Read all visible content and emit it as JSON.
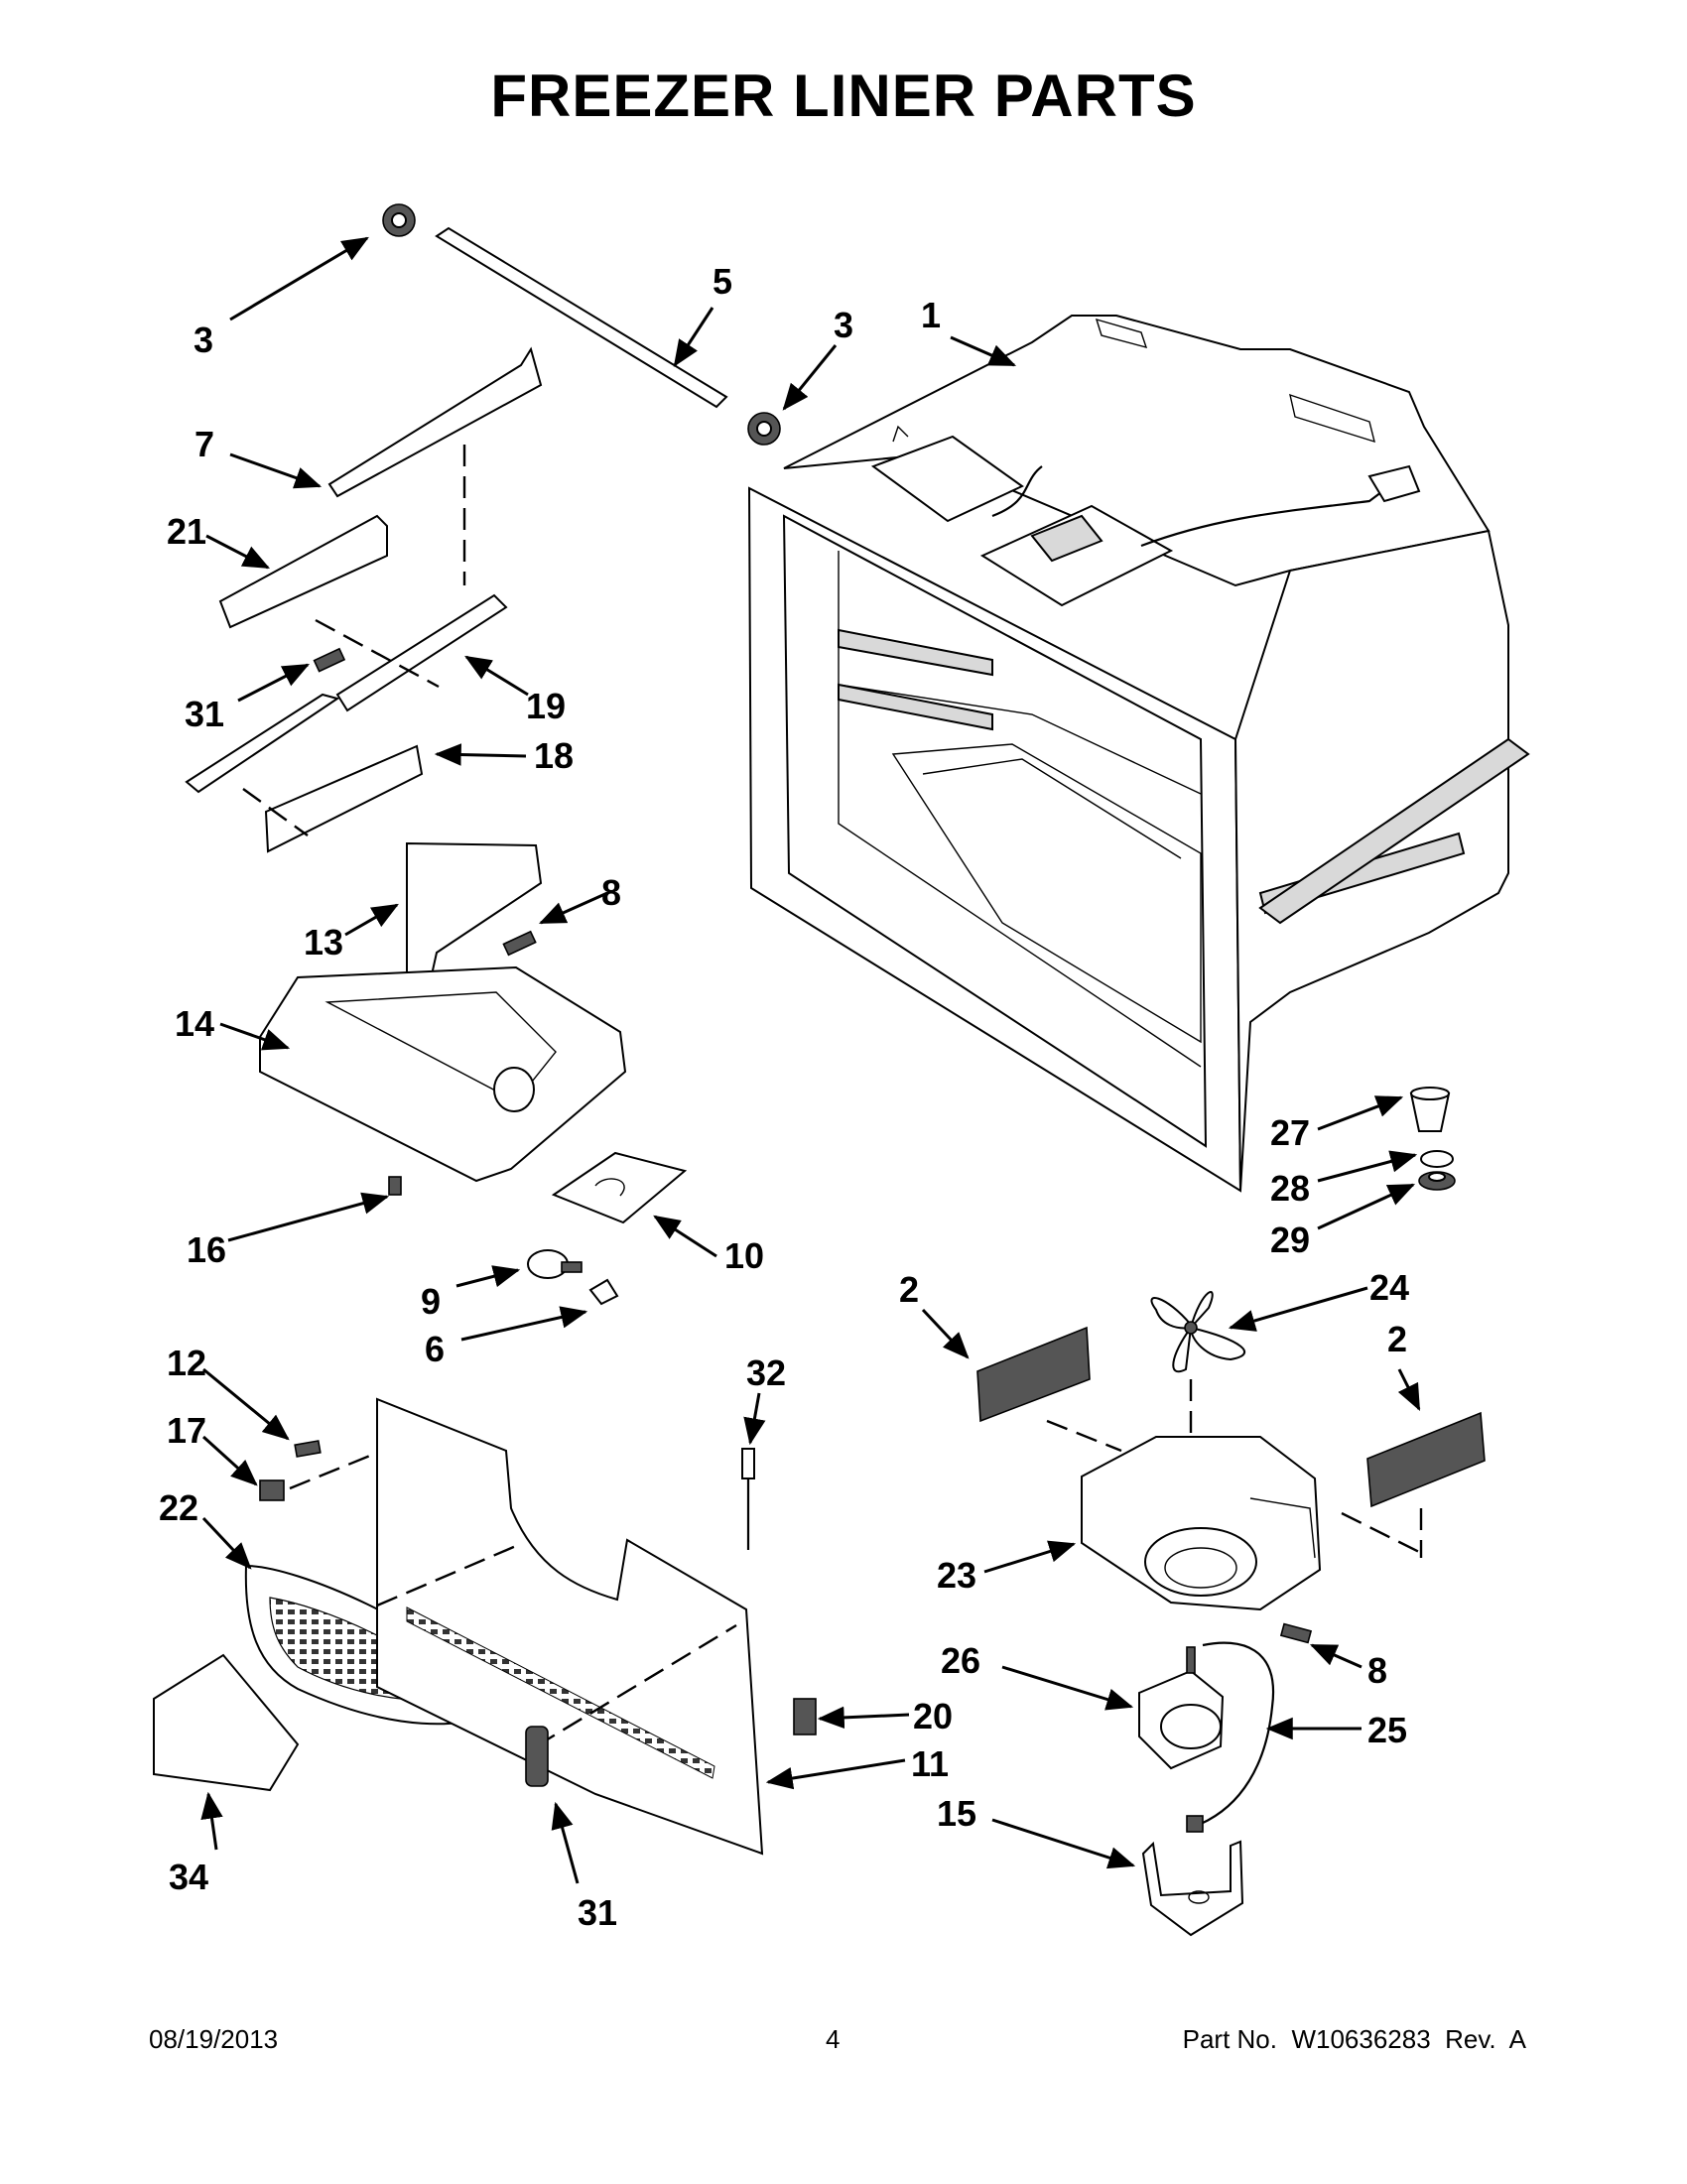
{
  "title": "FREEZER LINER PARTS",
  "footer": {
    "date": "08/19/2013",
    "page": "4",
    "part_number": "Part No.  W10636283  Rev.  A"
  },
  "callouts": {
    "c1": "1",
    "c2a": "2",
    "c2b": "2",
    "c3a": "3",
    "c3b": "3",
    "c5": "5",
    "c6": "6",
    "c7": "7",
    "c8a": "8",
    "c8b": "8",
    "c9": "9",
    "c10": "10",
    "c11": "11",
    "c12": "12",
    "c13": "13",
    "c14": "14",
    "c15": "15",
    "c16": "16",
    "c17": "17",
    "c18": "18",
    "c19": "19",
    "c20": "20",
    "c21": "21",
    "c22": "22",
    "c23": "23",
    "c24": "24",
    "c25": "25",
    "c26": "26",
    "c27": "27",
    "c28": "28",
    "c29": "29",
    "c31a": "31",
    "c31b": "31",
    "c32": "32",
    "c34": "34"
  }
}
